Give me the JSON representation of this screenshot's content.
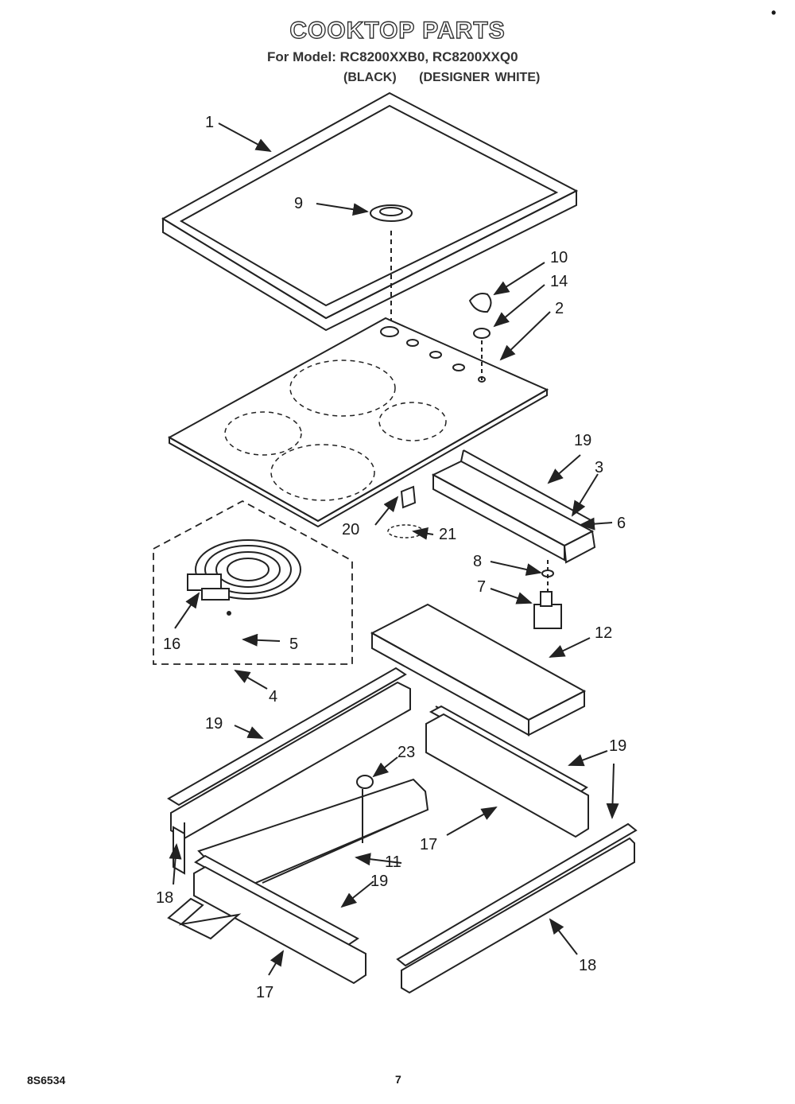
{
  "header": {
    "title": "COOKTOP PARTS",
    "subtitle": "For Model: RC8200XXB0, RC8200XXQ0",
    "finish_black": "(BLACK)",
    "finish_white": "(DESIGNER WHITE)"
  },
  "corner_mark": "•",
  "doc_number": "8S6534",
  "page_number": "7",
  "callouts": [
    "1",
    "9",
    "10",
    "14",
    "2",
    "19",
    "3",
    "6",
    "20",
    "21",
    "8",
    "7",
    "16",
    "5",
    "4",
    "12",
    "19",
    "23",
    "19",
    "11",
    "17",
    "18",
    "19",
    "17",
    "18"
  ],
  "colors": {
    "line": "#222222",
    "fill": "#ffffff"
  }
}
